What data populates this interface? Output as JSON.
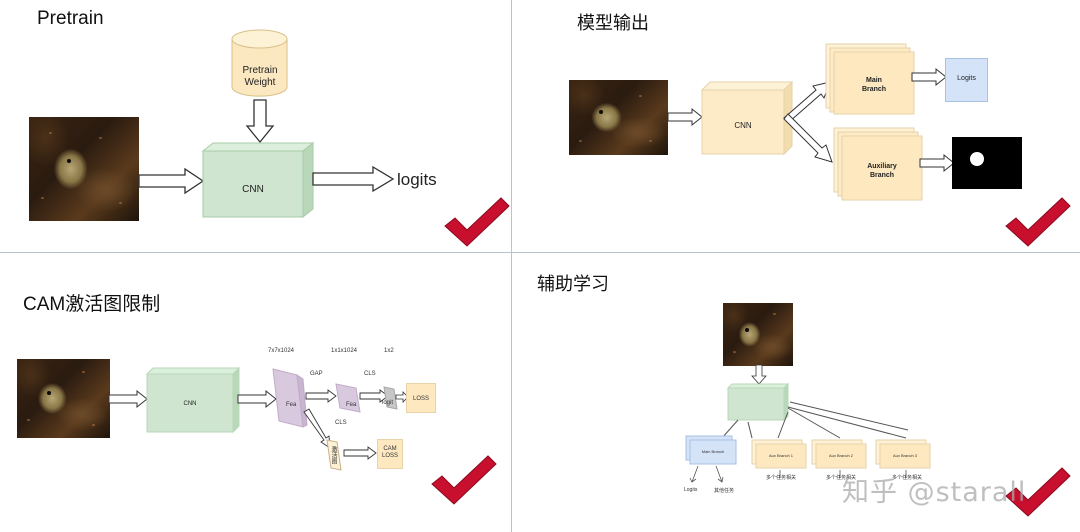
{
  "panels": {
    "pretrain": {
      "title": "Pretrain",
      "weight_label_line1": "Pretrain",
      "weight_label_line2": "Weight",
      "cnn_label": "CNN",
      "output_label": "logits"
    },
    "model_output": {
      "title": "模型输出",
      "cnn_label": "CNN",
      "main_branch_line1": "Main",
      "main_branch_line2": "Branch",
      "aux_branch_line1": "Auxiliary",
      "aux_branch_line2": "Branch",
      "logits_label": "Logits"
    },
    "cam": {
      "title": "CAM激活图限制",
      "cnn_label": "CNN",
      "feat_label_1": "Fea",
      "feat_label_2": "Fea",
      "dim_1": "7x7x1024",
      "dim_2": "1x1x1024",
      "dim_3": "1x2",
      "gap_label": "GAP",
      "cls_label_1": "CLS",
      "cls_label_2": "CLS",
      "loss_label": "LOSS",
      "cam_loss_line1": "CAM",
      "cam_loss_line2": "LOSS",
      "heatmap_label": "激活图",
      "logit_label": "logit"
    },
    "aux_learning": {
      "title": "辅助学习",
      "main_branch": "Main Branch",
      "aux_1": "Aux Branch 1",
      "aux_2": "Aux Branch 2",
      "aux_3": "Aux Branch 3",
      "out_1": "Logits",
      "out_2": "其他任务",
      "out_3": "多个任务相关",
      "out_4": "多个任务相关",
      "out_5": "多个任务相关"
    }
  },
  "watermark": "知乎 @starall",
  "colors": {
    "cnn_green": "#cfe5cf",
    "weight_yellow": "#fbe8c0",
    "branch_yellow": "#fdebc8",
    "logits_blue": "#d4e3f7",
    "feat_purple": "#d9c9df",
    "check_red": "#c8102e",
    "divider": "#b7c4d3"
  },
  "icons": [
    "check-mark-icon",
    "arrow-right-icon"
  ]
}
